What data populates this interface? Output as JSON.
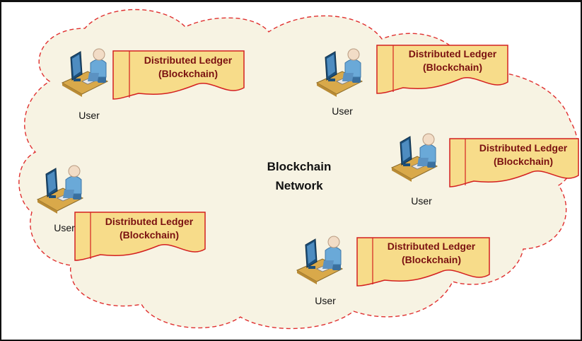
{
  "network": {
    "title_line1": "Blockchain",
    "title_line2": "Network"
  },
  "nodes": [
    {
      "user_label": "User",
      "ledger_line1": "Distributed Ledger",
      "ledger_line2": "(Blockchain)"
    },
    {
      "user_label": "User",
      "ledger_line1": "Distributed Ledger",
      "ledger_line2": "(Blockchain)"
    },
    {
      "user_label": "User",
      "ledger_line1": "Distributed Ledger",
      "ledger_line2": "(Blockchain)"
    },
    {
      "user_label": "User",
      "ledger_line1": "Distributed Ledger",
      "ledger_line2": "(Blockchain)"
    },
    {
      "user_label": "User",
      "ledger_line1": "Distributed Ledger",
      "ledger_line2": "(Blockchain)"
    }
  ],
  "colors": {
    "cloud_fill": "#f7f3e3",
    "cloud_border": "#e03030",
    "ledger_fill": "#f7dc8a",
    "ledger_border": "#d42020",
    "ledger_text": "#7a1010",
    "title_text": "#111111",
    "desk": "#d9a94a",
    "monitor": "#1c4f7a",
    "person": "#6aa9d8"
  }
}
